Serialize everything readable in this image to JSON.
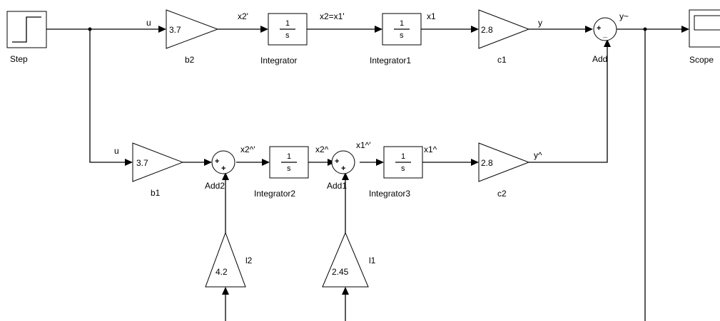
{
  "colors": {
    "background": "#ffffff",
    "line": "#000000"
  },
  "blocks": {
    "step": {
      "label": "Step"
    },
    "b2": {
      "value": "3.7",
      "label": "b2"
    },
    "integrator": {
      "value_num": "1",
      "value_den": "s",
      "label": "Integrator"
    },
    "integrator1": {
      "value_num": "1",
      "value_den": "s",
      "label": "Integrator1"
    },
    "c1": {
      "value": "2.8",
      "label": "c1"
    },
    "add": {
      "label": "Add",
      "sign_top": "+",
      "sign_bottom": "_"
    },
    "scope": {
      "label": "Scope"
    },
    "b1": {
      "value": "3.7",
      "label": "b1"
    },
    "add2": {
      "label": "Add2",
      "sign_left": "+",
      "sign_bottom": "+"
    },
    "integrator2": {
      "value_num": "1",
      "value_den": "s",
      "label": "Integrator2"
    },
    "add1": {
      "label": "Add1",
      "sign_left": "+",
      "sign_bottom": "+"
    },
    "integrator3": {
      "value_num": "1",
      "value_den": "s",
      "label": "Integrator3"
    },
    "c2": {
      "value": "2.8",
      "label": "c2"
    },
    "l2": {
      "value": "4.2",
      "label": "l2"
    },
    "l1": {
      "value": "2.45",
      "label": "l1"
    }
  },
  "signals": {
    "u_top": "u",
    "x2_dot": "x2'",
    "x2_eq": "x2=x1'",
    "x1": "x1",
    "y": "y",
    "y_tilde": "y~",
    "u_bottom": "u",
    "x2_hat_dot": "x2^'",
    "x2_hat": "x2^",
    "x1_hat_dot": "x1^'",
    "x1_hat": "x1^",
    "y_hat": "y^"
  }
}
